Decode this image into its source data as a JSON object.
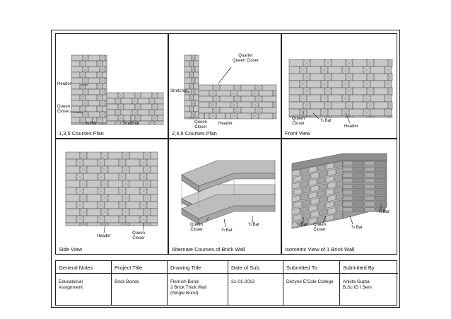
{
  "panels": [
    {
      "caption": "1,3,5 Courses Plan",
      "labels": {
        "header": "Header",
        "queen_closer": "Queen\nCloser",
        "three_quarter_bat": "¾ Bat",
        "stretcher": "Stretcher"
      }
    },
    {
      "caption": "2,4,6 Courses Plan",
      "labels": {
        "quarter_queen_closer": "Quarter\nQueen Closer",
        "stretcher": "Stretcher",
        "queen_closer": "Queen\nCloser",
        "header": "Header"
      }
    },
    {
      "caption": "Front View",
      "labels": {
        "queen_closer": "Queen\nCloser",
        "three_quarter_bat": "¾ Bat",
        "header": "Header"
      }
    },
    {
      "caption": "Side View",
      "labels": {
        "header": "Header",
        "queen_closer": "Queen\nCloser"
      }
    },
    {
      "caption": "Alternate Courses of Brick Wall",
      "labels": {
        "queen_closer": "Queen\nCloser",
        "three_quarter_bat": "¾ Bat",
        "bat": "¾ Bat"
      }
    },
    {
      "caption": "Isometric View of 1 Brick Wall",
      "labels": {
        "three_quarter_bat_a": "¾ Bat",
        "queen_closer": "Queen\nCloser",
        "three_quarter_bat_b": "¾ Bat",
        "three_quarter_bat_c": "¾ Bat"
      }
    }
  ],
  "title_block": {
    "headers": [
      "General Notes",
      "Project Title",
      "Drawing Title",
      "Date of Sub.",
      "Submitted To",
      "Submitted By"
    ],
    "values": [
      "Educational\nAssignment",
      "Brick Bonds",
      "Flemish Bond\n2 Brick Thick Wall\n(Single Bond)",
      "31-01-2013",
      "Dezyne E'Cole College",
      "Ankita Gupta\nB.Sc ID I Sem"
    ]
  },
  "colors": {
    "brick_fill": "#c8c8c8",
    "brick_stroke": "#555555",
    "line": "#222222"
  }
}
